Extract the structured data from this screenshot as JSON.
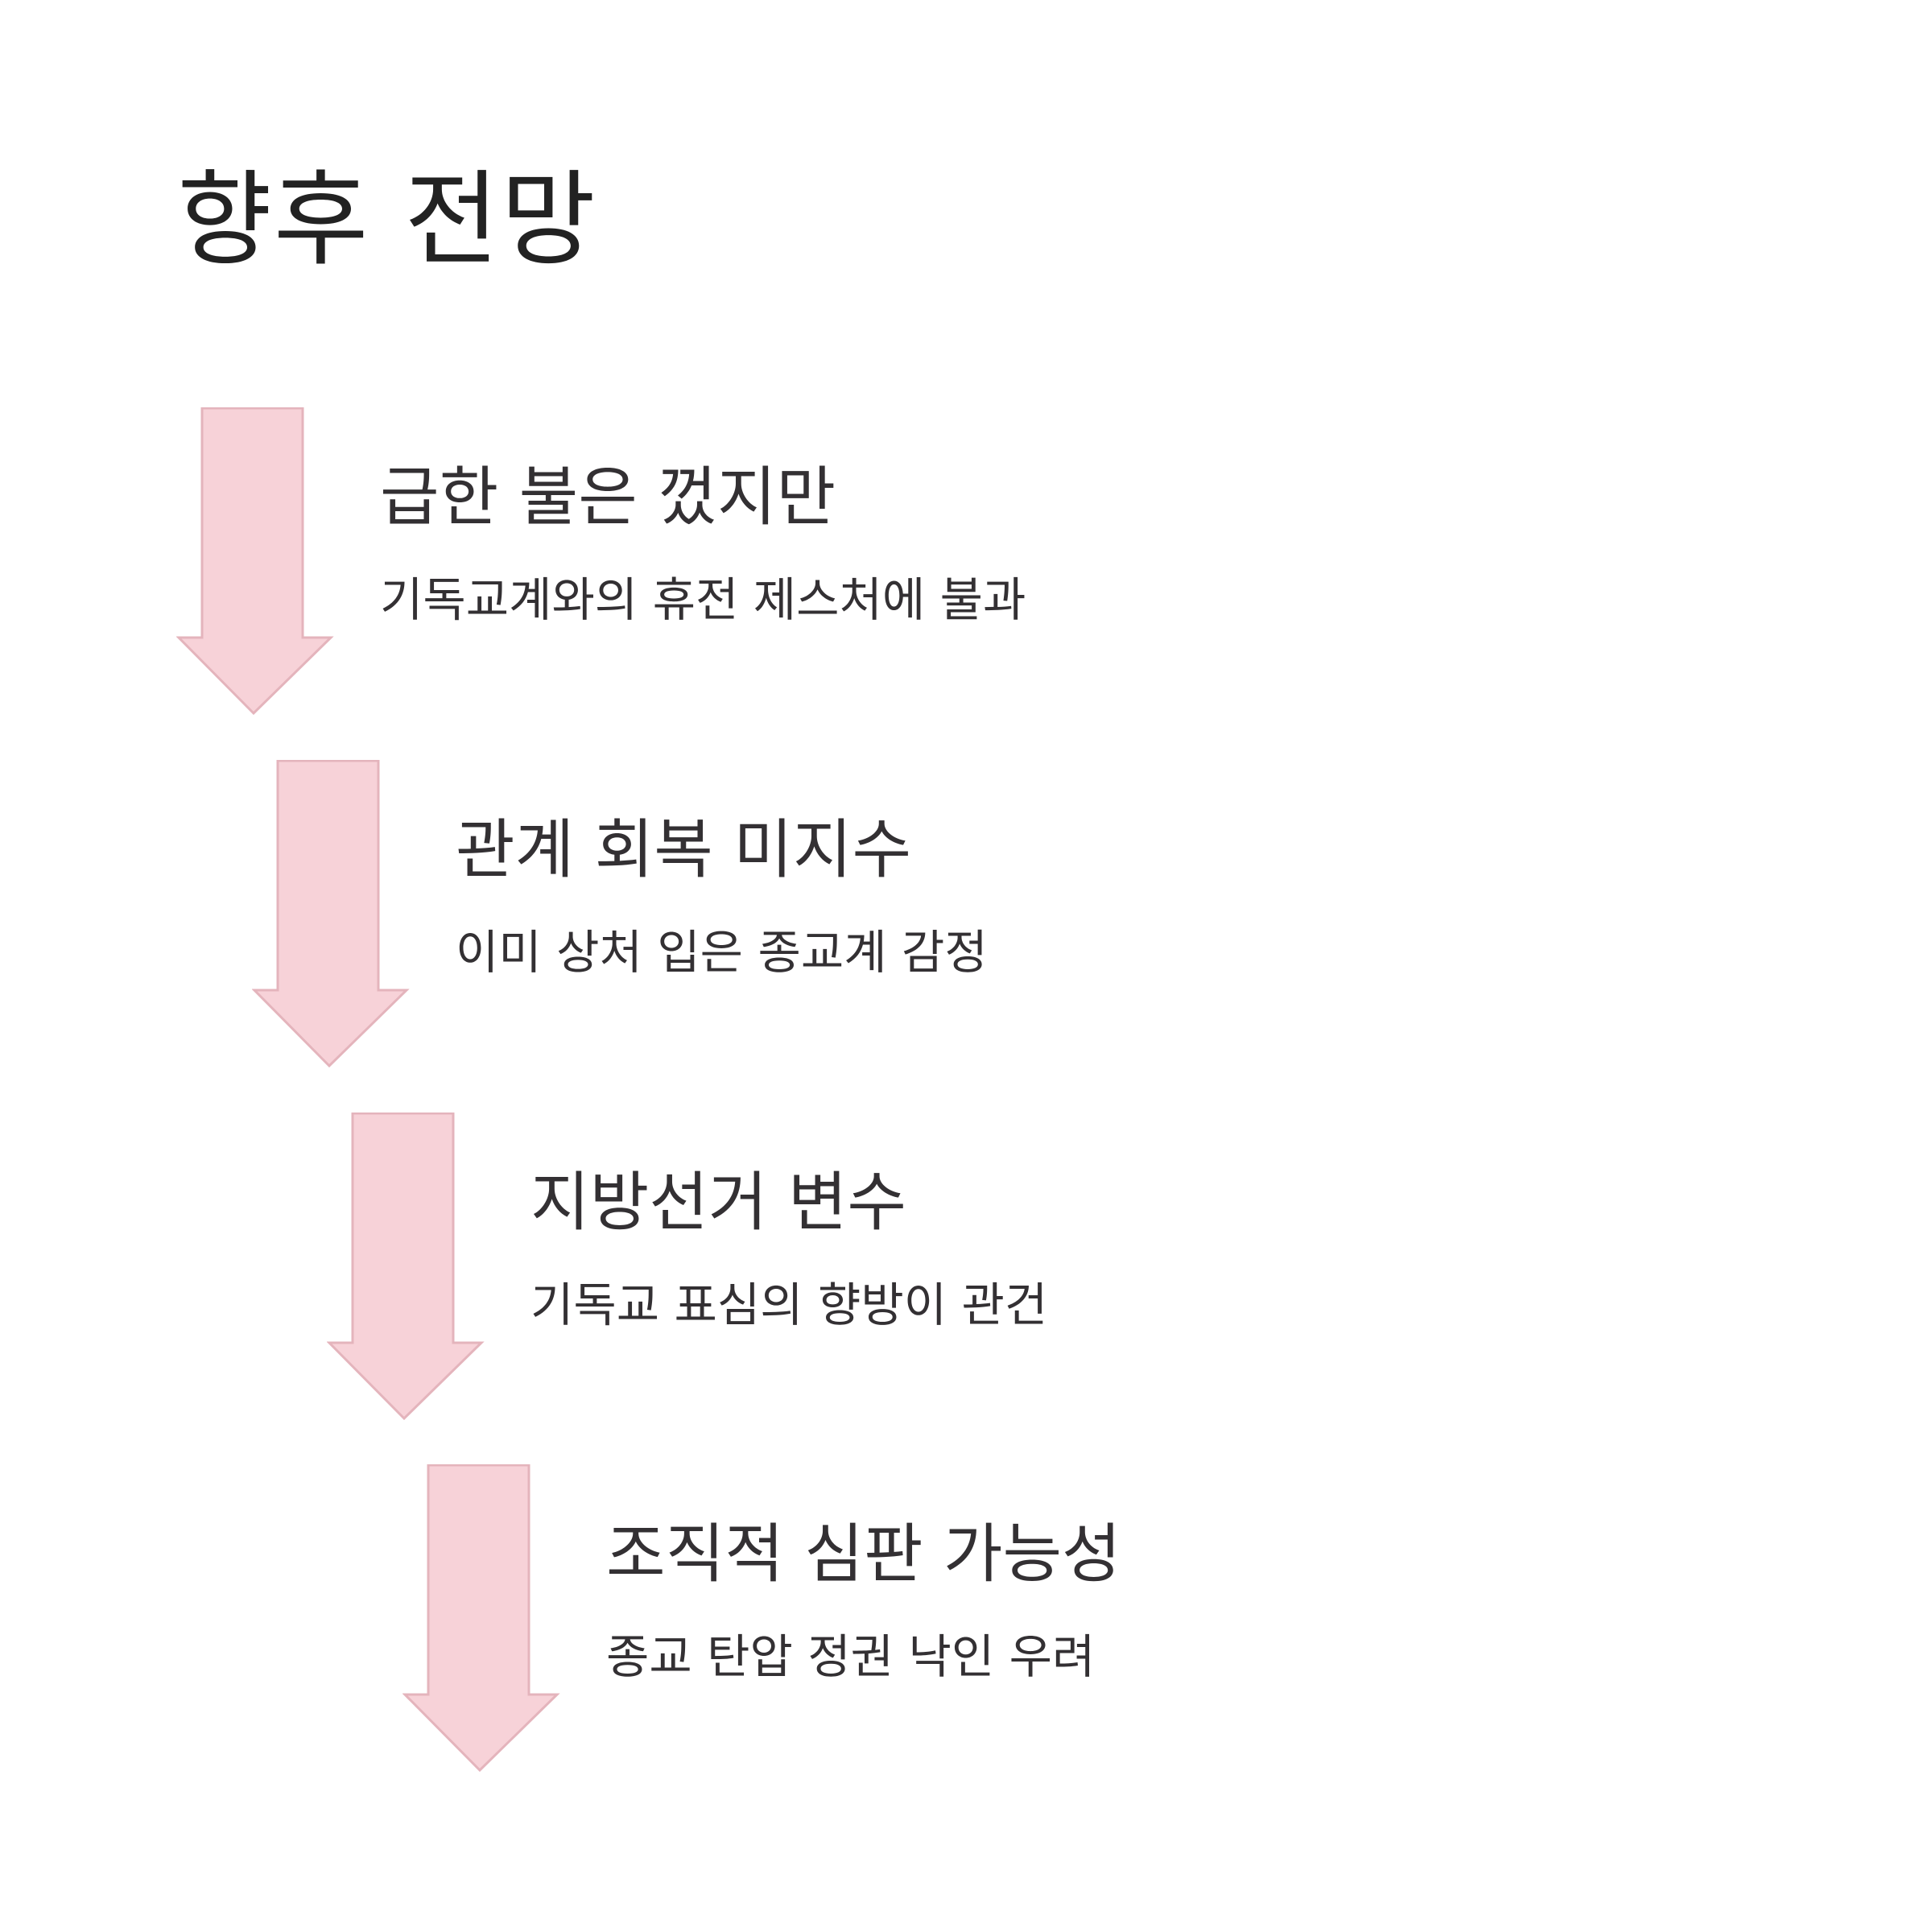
{
  "title": "향후 전망",
  "arrow_color": "#f7d2d8",
  "arrow_stroke": "#e4b4bc",
  "steps": [
    {
      "heading": "급한 불은 껐지만",
      "description": "기독교계와의 휴전 제스처에 불과"
    },
    {
      "heading": "관계 회복 미지수",
      "description": "이미 상처 입은 종교계 감정"
    },
    {
      "heading": "지방선거 변수",
      "description": "기독교 표심의 향방이 관건"
    },
    {
      "heading": "조직적 심판 가능성",
      "description": "종교 탄압 정권 낙인 우려"
    }
  ]
}
